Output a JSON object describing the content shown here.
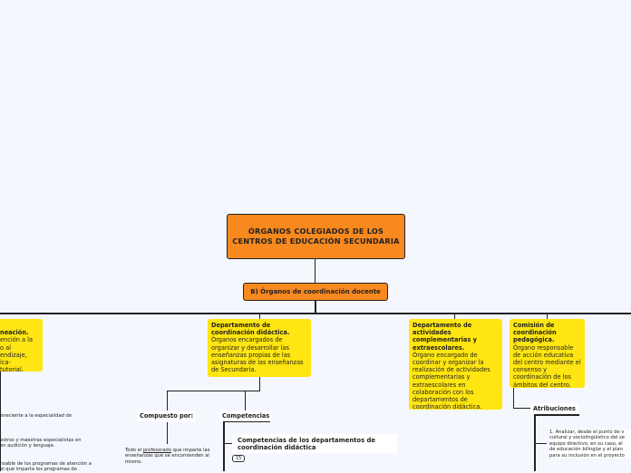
{
  "root": {
    "title": "ÓRGANOS COLEGIADOS DE LOS CENTROS DE EDUCACIÓN SECUNDARIA"
  },
  "subtopic": {
    "label": "B) Órganos de coordinación docente"
  },
  "cards": {
    "left": {
      "title": "neación.",
      "body": "ención a la\no al\nendizaje,\nica-\n tutorial."
    },
    "didactica": {
      "title": "Departamento de coordinación didáctica.",
      "body": "Órganos encargados de organizar y desarrollar las enseñanzas propias de las asignaturas de las enseñanzas de Secundaria."
    },
    "extraescolares": {
      "title": "Departamento de actividades complementarias y extraescolares.",
      "body": "Órgano encargado de coordinar y organizar la realización de actividades complementarias y extraescolares en colaboración con los departamentos de coordinación didáctica."
    },
    "pedagogica": {
      "title": "Comisión de coordinación pedagógica.",
      "body": "Órgano responsable de acción educativa del centro mediante el consenso y coordinación de los ámbitos del centro."
    }
  },
  "labels": {
    "compuesto": "Compuesto por:",
    "competencias": "Competencias",
    "atribuciones": "Atribuciones"
  },
  "compuesto_text": {
    "pre": "Todo el ",
    "link": "profesorado",
    "post": " que imparte las enseñanzas que se encomienden al mismo."
  },
  "left_notes": {
    "n1": "eneciente a la especialidad de",
    "n2": "estros y maestras especialistas en\nen audición y lenguaje.",
    "n3": "nsable de los programas de atención a\nel que imparta los programas de"
  },
  "competencias_box": {
    "title": "Competencias de los departamentos de coordinación didáctica",
    "badge": "15"
  },
  "atribuciones_text": "1. Analizar, desde el punto de v\ncultural y sociolingüístico del se\nequipo directivo, en su caso, el\nde educación bilingüe y el plan\npara su inclusión en el proyecto"
}
